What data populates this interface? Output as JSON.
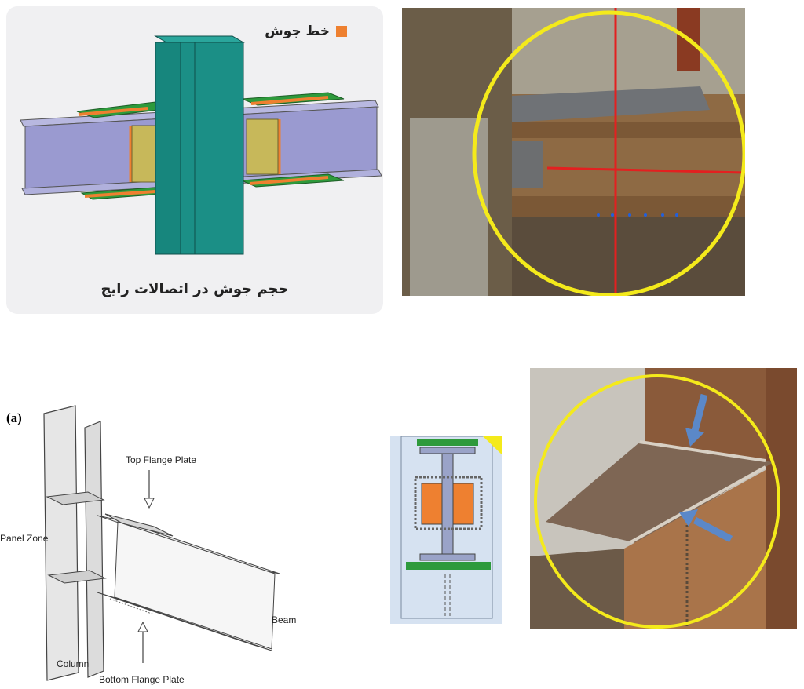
{
  "panel_3d": {
    "legend_label": "خط جوش",
    "caption": "حجم جوش در اتصالات رایج",
    "weld_color": "#ee8030"
  },
  "sketch": {
    "tag": "(a)",
    "labels": {
      "top_flange_plate": "Top Flange Plate",
      "panel_zone": "Panel Zone",
      "beam": "Beam",
      "column": "Column",
      "bottom_flange_plate": "Bottom Flange Plate"
    }
  },
  "colors": {
    "column_teal": "#1b8f86",
    "beam_lavender": "#a4a4d4",
    "plate_green": "#2e9a3c",
    "stiffener_yellow": "#c7b85a",
    "highlight_yellow": "#f4ea1b",
    "red_marker": "#e32020",
    "arrow_blue": "#5b88c8"
  },
  "icons": {
    "legend": "square-swatch-icon",
    "arrow": "down-arrow-icon"
  }
}
